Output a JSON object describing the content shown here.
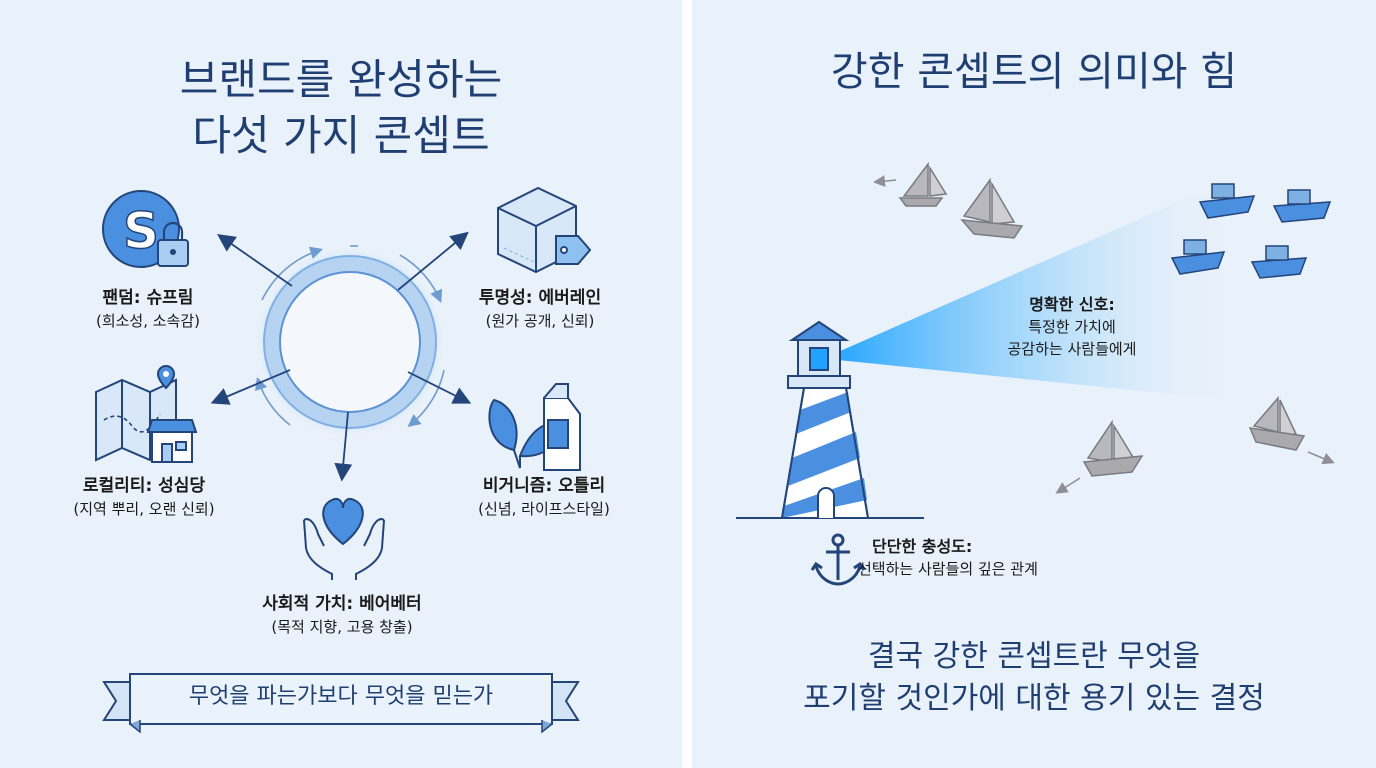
{
  "left": {
    "title_line1": "브랜드를 완성하는",
    "title_line2": "다섯 가지 콘셉트",
    "concepts": [
      {
        "name": "팬덤: 슈프림",
        "desc": "(희소성, 소속감)",
        "icon": "s-logo-lock-icon"
      },
      {
        "name": "투명성: 에버레인",
        "desc": "(원가 공개, 신뢰)",
        "icon": "box-price-tag-icon"
      },
      {
        "name": "로컬리티: 성심당",
        "desc": "(지역 뿌리, 오랜 신뢰)",
        "icon": "map-store-icon"
      },
      {
        "name": "비거니즘: 오틀리",
        "desc": "(신념, 라이프스타일)",
        "icon": "leaf-milk-carton-icon"
      },
      {
        "name": "사회적 가치: 베어베터",
        "desc": "(목적 지향, 고용 창출)",
        "icon": "hands-heart-icon"
      }
    ],
    "banner": "무엇을 파는가보다 무엇을 믿는가"
  },
  "right": {
    "title": "강한 콘셉트의 의미와 힘",
    "signal": {
      "head": "명확한 신호:",
      "line1": "특정한 가치에",
      "line2": "공감하는 사람들에게"
    },
    "loyalty": {
      "head": "단단한 충성도:",
      "body": "선택하는 사람들의 깊은 관계",
      "icon": "anchor-icon"
    },
    "conclusion_line1": "결국 강한 콘셉트란 무엇을",
    "conclusion_line2": "포기할 것인가에 대한 용기 있는 결정"
  },
  "colors": {
    "title": "#1f3f73",
    "accent": "#4a8fe0",
    "panel": "#e9f1fa",
    "boat_gray": "#a9a9ae"
  }
}
